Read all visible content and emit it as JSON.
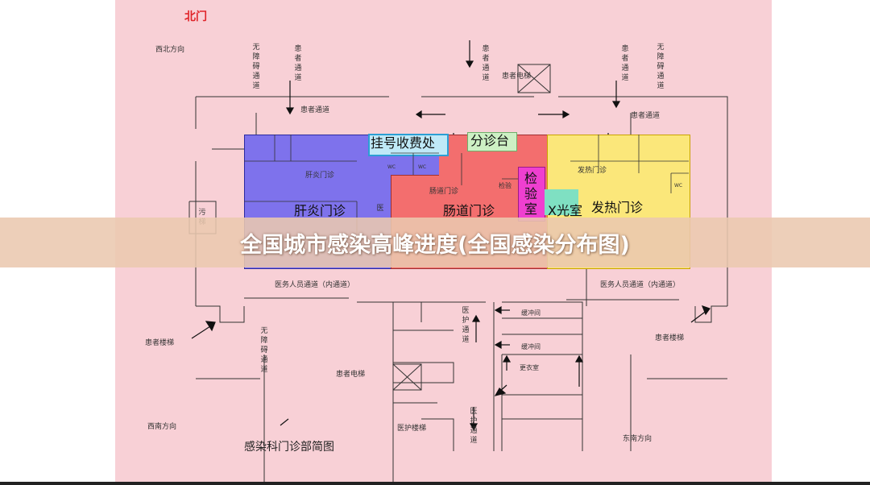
{
  "title": "全国城市感染高峰进度(全国感染分布图)",
  "plan": {
    "north_gate": "北门",
    "directions": {
      "nw": "西北方向",
      "sw": "西南方向",
      "se": "东南方向"
    },
    "caption": "感染科门诊部简图",
    "corridors": {
      "barrier_free": "无障碍通道",
      "patient": "患者通道",
      "staff_inner": "医务人员通道（内通道）",
      "medical_care": "医护通道"
    },
    "elevators": {
      "patient": "患者电梯"
    },
    "stairs": {
      "patient": "患者楼梯",
      "medical": "医护楼梯"
    },
    "rooms": {
      "liver_clinic": "肝炎门诊",
      "intestinal_clinic": "肠道门诊",
      "fever_clinic": "发热门诊",
      "registration": "挂号收费处",
      "triage": "分诊台",
      "lab": "检验室",
      "lab_small": "检验",
      "xray": "X光室",
      "wc": "WC",
      "buffer": "缓冲间",
      "changing": "更衣室",
      "dirty": "污梯",
      "medical_short": "医",
      "medical_short2": "医"
    }
  },
  "colors": {
    "background": "#f8d0d6",
    "liver_zone": "#7e72ec",
    "intestinal_zone": "#f36e6e",
    "fever_zone": "#fbe77a",
    "registration_fill": "#bfe9f7",
    "triage_fill": "#cdf0c4",
    "lab_fill": "#ef3fd0",
    "xray_fill": "#7fe0c2",
    "north_gate_text": "#e0242a"
  }
}
